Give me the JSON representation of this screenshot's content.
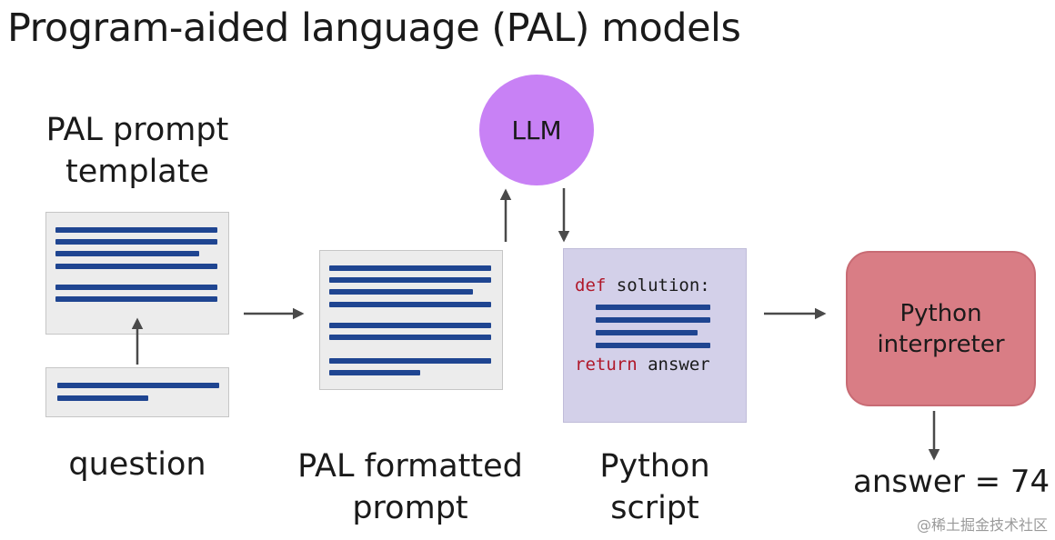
{
  "title": "Program-aided language (PAL) models",
  "template_caption": [
    "PAL prompt",
    "template"
  ],
  "question_caption": "question",
  "formatted_caption": [
    "PAL formatted",
    "prompt"
  ],
  "llm_label": "LLM",
  "script_caption": [
    "Python",
    "script"
  ],
  "code": {
    "line1_kw": "def",
    "line1_rest": " solution:",
    "line2_kw": "return",
    "line2_rest": " answer"
  },
  "interpreter_label": [
    "Python",
    "interpreter"
  ],
  "answer": "answer = 74",
  "watermark": "@稀土掘金技术社区",
  "colors": {
    "llm": "#c881f5",
    "script_box": "#d3d0e9",
    "interpreter_box": "#d97d85",
    "text_lines": "#1f4591",
    "keyword": "#b0182a"
  }
}
